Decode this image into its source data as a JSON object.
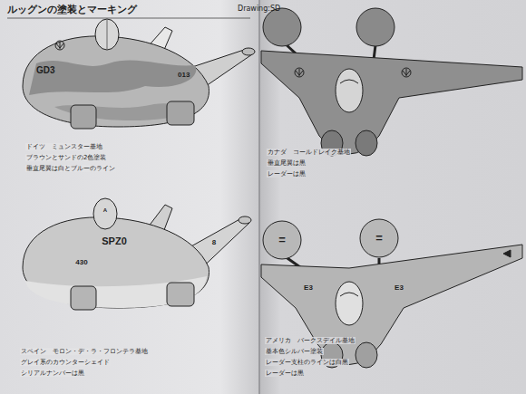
{
  "diagram": {
    "title": "ルッグンの塗装とマーキング",
    "labels": [
      "Drawing:SD",
      "GD3",
      "013",
      "ドイツ　ミュンスター基地",
      "ブラウンとサンドの2色塗装",
      "垂直尾翼は白とブルーのライン",
      "A",
      "SPZ0",
      "8",
      "430",
      "スペイン　モロン・デ・ラ・フロンテラ基地",
      "グレイ系のカウンターシェイド",
      "シリアルナンバーは黒",
      "カナダ　コールドレイク基地",
      "垂直尾翼は黒",
      "レーダーは黒",
      "=",
      "=",
      "E3",
      "E3",
      "アメリカ　バークスデイル基地",
      "基本色シルバー塗装",
      "レーダー支柱のラインは白黒",
      "レーダーは黒"
    ]
  }
}
